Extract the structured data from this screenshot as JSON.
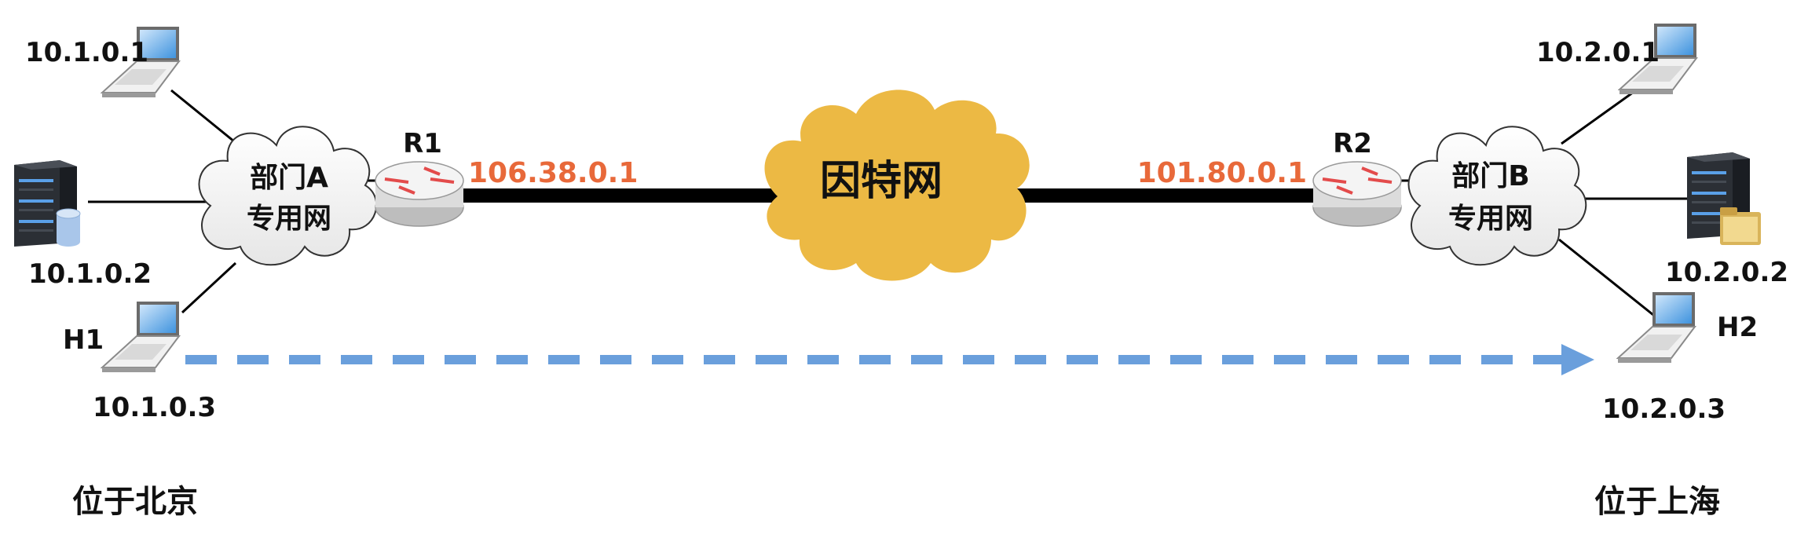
{
  "left_site": {
    "network_label_line1": "部门A",
    "network_label_line2": "专用网",
    "router_name": "R1",
    "router_ip": "106.38.0.1",
    "hosts": [
      {
        "ip": "10.1.0.1"
      },
      {
        "ip": "10.1.0.2"
      },
      {
        "ip": "10.1.0.3",
        "name": "H1"
      }
    ],
    "location": "位于北京"
  },
  "internet": {
    "label": "因特网",
    "color": "#ECB944"
  },
  "right_site": {
    "network_label_line1": "部门B",
    "network_label_line2": "专用网",
    "router_name": "R2",
    "router_ip": "101.80.0.1",
    "hosts": [
      {
        "ip": "10.2.0.1"
      },
      {
        "ip": "10.2.0.2"
      },
      {
        "ip": "10.2.0.3",
        "name": "H2"
      }
    ],
    "location": "位于上海"
  },
  "colors": {
    "ip_text": "#E8693A",
    "arrow": "#6A9FDC",
    "link": "#000000"
  }
}
